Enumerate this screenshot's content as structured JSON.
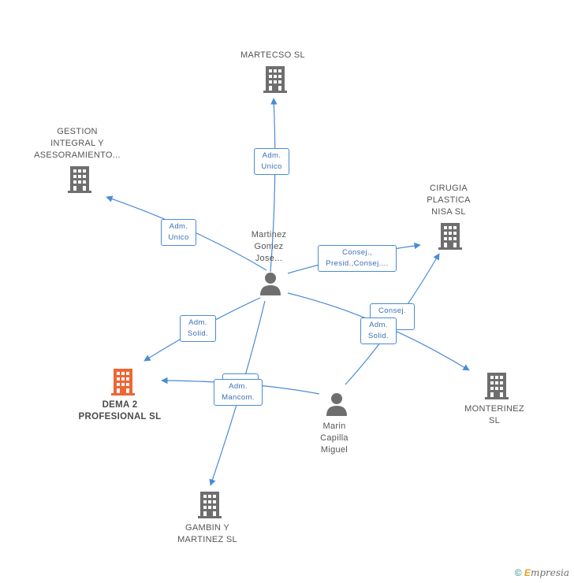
{
  "companies": {
    "martecso": "MARTECSO SL",
    "gestion": "GESTION\nINTEGRAL Y\nASESORAMIENTO...",
    "cirugia": "CIRUGIA\nPLASTICA\nNISA SL",
    "dema": "DEMA 2\nPROFESIONAL SL",
    "monterinez": "MONTERINEZ\nSL",
    "gambin": "GAMBIN Y\nMARTINEZ SL"
  },
  "persons": {
    "martinez": "Martinez\nGomez\nJose...",
    "marin": "Marin\nCapilla\nMiguel"
  },
  "edge_labels": {
    "adm_unico_top": "Adm.\nUnico",
    "adm_unico_left": "Adm.\nUnico",
    "consej_presid": "Consej.,\nPresid.,Consej....",
    "adm_solid_left": "Adm.\nSolid.",
    "consej_back": "Consej.\n....",
    "adm_solid_right": "Adm.\nSolid.",
    "adm_mancom": "Adm.\nMancom."
  },
  "colors": {
    "edge": "#4a8bd6",
    "building": "#6e6e6e",
    "building_main": "#ee6633",
    "person": "#6e6e6e"
  },
  "footer": {
    "copyright": "©",
    "brand_e": "E",
    "brand_rest": "mpresia"
  }
}
